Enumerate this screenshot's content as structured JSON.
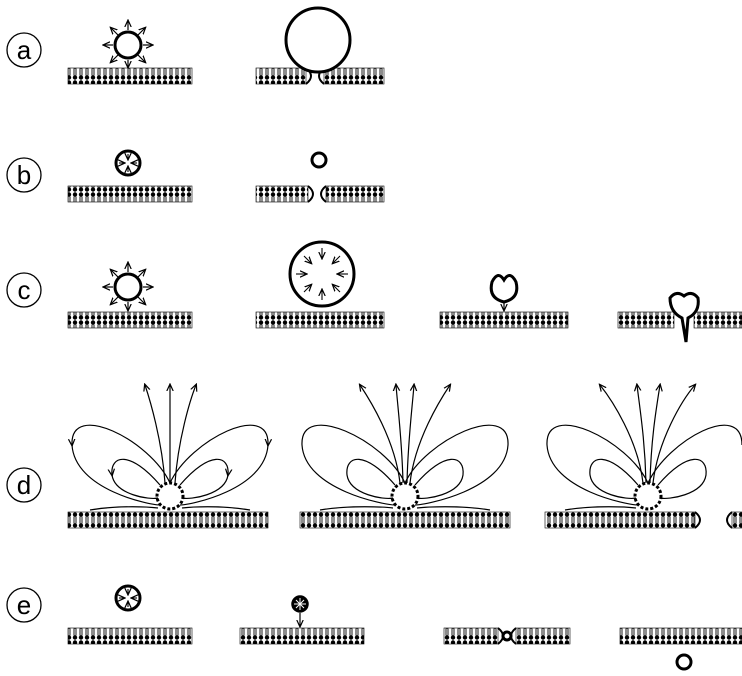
{
  "figure": {
    "panels": [
      {
        "id": "a",
        "label": "a"
      },
      {
        "id": "b",
        "label": "b"
      },
      {
        "id": "c",
        "label": "c"
      },
      {
        "id": "d",
        "label": "d"
      },
      {
        "id": "e",
        "label": "e"
      }
    ]
  },
  "colors": {
    "ink": "#000000",
    "background": "#ffffff"
  },
  "icons": [
    "expanding-bubble-icon",
    "collapsing-bubble-icon",
    "membrane-bilayer-icon",
    "membrane-pore-icon",
    "microjet-icon",
    "field-line-icon"
  ]
}
